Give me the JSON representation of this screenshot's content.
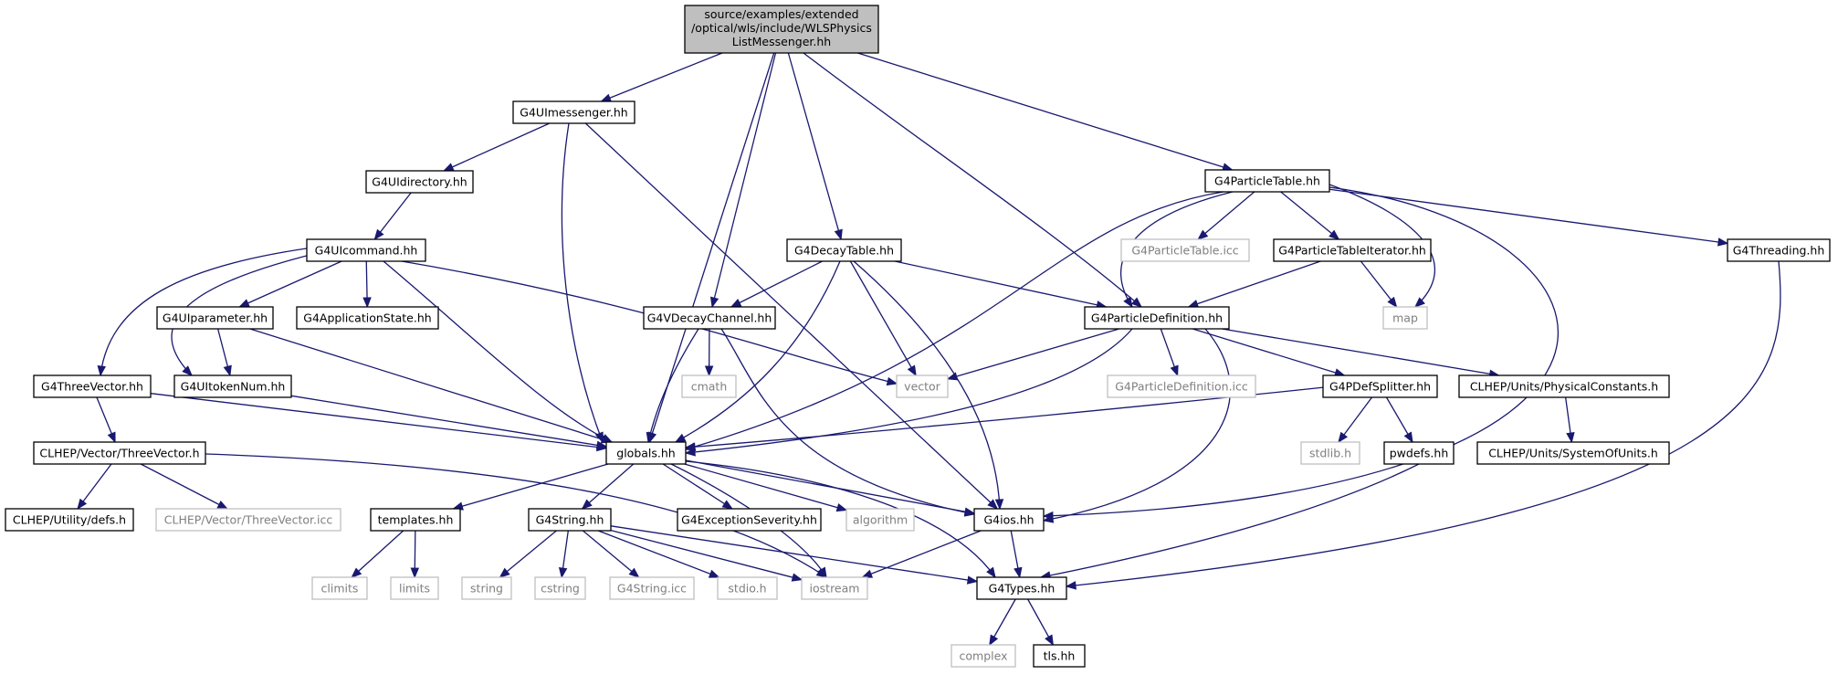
{
  "diagram": {
    "root": {
      "lines": [
        "source/examples/extended",
        "/optical/wls/include/WLSPhysics",
        "ListMessenger.hh"
      ]
    },
    "nodes": [
      {
        "id": "uimessenger",
        "label": "G4UImessenger.hh",
        "style": "solid"
      },
      {
        "id": "uidirectory",
        "label": "G4UIdirectory.hh",
        "style": "solid"
      },
      {
        "id": "uicommand",
        "label": "G4UIcommand.hh",
        "style": "solid"
      },
      {
        "id": "uiparameter",
        "label": "G4UIparameter.hh",
        "style": "solid"
      },
      {
        "id": "appstate",
        "label": "G4ApplicationState.hh",
        "style": "solid"
      },
      {
        "id": "threevector",
        "label": "G4ThreeVector.hh",
        "style": "solid"
      },
      {
        "id": "uitokennum",
        "label": "G4UItokenNum.hh",
        "style": "solid"
      },
      {
        "id": "clhep_threevector",
        "label": "CLHEP/Vector/ThreeVector.h",
        "style": "solid"
      },
      {
        "id": "clhep_defs",
        "label": "CLHEP/Utility/defs.h",
        "style": "solid"
      },
      {
        "id": "clhep_threevector_icc",
        "label": "CLHEP/Vector/ThreeVector.icc",
        "style": "ext"
      },
      {
        "id": "globals",
        "label": "globals.hh",
        "style": "solid"
      },
      {
        "id": "templates",
        "label": "templates.hh",
        "style": "solid"
      },
      {
        "id": "climits",
        "label": "climits",
        "style": "ext"
      },
      {
        "id": "limits",
        "label": "limits",
        "style": "ext"
      },
      {
        "id": "g4string",
        "label": "G4String.hh",
        "style": "solid"
      },
      {
        "id": "string",
        "label": "string",
        "style": "ext"
      },
      {
        "id": "cstring",
        "label": "cstring",
        "style": "ext"
      },
      {
        "id": "g4string_icc",
        "label": "G4String.icc",
        "style": "ext"
      },
      {
        "id": "stdio",
        "label": "stdio.h",
        "style": "ext"
      },
      {
        "id": "iostream",
        "label": "iostream",
        "style": "ext"
      },
      {
        "id": "exceptionseverity",
        "label": "G4ExceptionSeverity.hh",
        "style": "solid"
      },
      {
        "id": "algorithm",
        "label": "algorithm",
        "style": "ext"
      },
      {
        "id": "decaytable",
        "label": "G4DecayTable.hh",
        "style": "solid"
      },
      {
        "id": "vdecaychannel",
        "label": "G4VDecayChannel.hh",
        "style": "solid"
      },
      {
        "id": "cmath",
        "label": "cmath",
        "style": "ext"
      },
      {
        "id": "vector",
        "label": "vector",
        "style": "ext"
      },
      {
        "id": "g4ios",
        "label": "G4ios.hh",
        "style": "solid"
      },
      {
        "id": "g4types",
        "label": "G4Types.hh",
        "style": "solid"
      },
      {
        "id": "complex",
        "label": "complex",
        "style": "ext"
      },
      {
        "id": "tls",
        "label": "tls.hh",
        "style": "solid"
      },
      {
        "id": "particletable",
        "label": "G4ParticleTable.hh",
        "style": "solid"
      },
      {
        "id": "particletable_icc",
        "label": "G4ParticleTable.icc",
        "style": "ext"
      },
      {
        "id": "particletableiterator",
        "label": "G4ParticleTableIterator.hh",
        "style": "solid"
      },
      {
        "id": "map",
        "label": "map",
        "style": "ext"
      },
      {
        "id": "threading",
        "label": "G4Threading.hh",
        "style": "solid"
      },
      {
        "id": "particledefinition",
        "label": "G4ParticleDefinition.hh",
        "style": "solid"
      },
      {
        "id": "particledefinition_icc",
        "label": "G4ParticleDefinition.icc",
        "style": "ext"
      },
      {
        "id": "pdefsplitter",
        "label": "G4PDefSplitter.hh",
        "style": "solid"
      },
      {
        "id": "physicalconstants",
        "label": "CLHEP/Units/PhysicalConstants.h",
        "style": "solid"
      },
      {
        "id": "systemofunits",
        "label": "CLHEP/Units/SystemOfUnits.h",
        "style": "solid"
      },
      {
        "id": "stdlib",
        "label": "stdlib.h",
        "style": "ext"
      },
      {
        "id": "pwdefs",
        "label": "pwdefs.hh",
        "style": "solid"
      }
    ],
    "edges": [
      [
        "root",
        "uimessenger"
      ],
      [
        "root",
        "globals"
      ],
      [
        "root",
        "vdecaychannel"
      ],
      [
        "root",
        "decaytable"
      ],
      [
        "root",
        "particledefinition"
      ],
      [
        "root",
        "particletable"
      ],
      [
        "uimessenger",
        "uidirectory"
      ],
      [
        "uimessenger",
        "globals"
      ],
      [
        "uimessenger",
        "g4ios"
      ],
      [
        "uidirectory",
        "uicommand"
      ],
      [
        "uicommand",
        "threevector"
      ],
      [
        "uicommand",
        "uitokennum"
      ],
      [
        "uicommand",
        "uiparameter"
      ],
      [
        "uicommand",
        "appstate"
      ],
      [
        "uicommand",
        "globals"
      ],
      [
        "uicommand",
        "vector"
      ],
      [
        "uiparameter",
        "uitokennum"
      ],
      [
        "uiparameter",
        "globals"
      ],
      [
        "threevector",
        "clhep_threevector"
      ],
      [
        "threevector",
        "globals"
      ],
      [
        "uitokennum",
        "globals"
      ],
      [
        "clhep_threevector",
        "clhep_defs"
      ],
      [
        "clhep_threevector",
        "clhep_threevector_icc"
      ],
      [
        "clhep_threevector",
        "iostream"
      ],
      [
        "globals",
        "templates"
      ],
      [
        "globals",
        "g4string"
      ],
      [
        "globals",
        "exceptionseverity"
      ],
      [
        "globals",
        "algorithm"
      ],
      [
        "globals",
        "g4ios"
      ],
      [
        "globals",
        "g4types"
      ],
      [
        "globals",
        "iostream"
      ],
      [
        "templates",
        "climits"
      ],
      [
        "templates",
        "limits"
      ],
      [
        "g4string",
        "string"
      ],
      [
        "g4string",
        "cstring"
      ],
      [
        "g4string",
        "g4string_icc"
      ],
      [
        "g4string",
        "stdio"
      ],
      [
        "g4string",
        "iostream"
      ],
      [
        "g4string",
        "g4types"
      ],
      [
        "decaytable",
        "vdecaychannel"
      ],
      [
        "decaytable",
        "globals"
      ],
      [
        "decaytable",
        "vector"
      ],
      [
        "decaytable",
        "g4ios"
      ],
      [
        "decaytable",
        "particledefinition"
      ],
      [
        "vdecaychannel",
        "cmath"
      ],
      [
        "vdecaychannel",
        "globals"
      ],
      [
        "vdecaychannel",
        "g4ios"
      ],
      [
        "g4ios",
        "g4types"
      ],
      [
        "g4ios",
        "iostream"
      ],
      [
        "g4types",
        "complex"
      ],
      [
        "g4types",
        "tls"
      ],
      [
        "particletable",
        "particledefinition"
      ],
      [
        "particletable",
        "particletable_icc"
      ],
      [
        "particletable",
        "particletableiterator"
      ],
      [
        "particletable",
        "map"
      ],
      [
        "particletable",
        "threading"
      ],
      [
        "particletable",
        "globals"
      ],
      [
        "particletable",
        "g4ios"
      ],
      [
        "particletableiterator",
        "particledefinition"
      ],
      [
        "particletableiterator",
        "map"
      ],
      [
        "threading",
        "g4types"
      ],
      [
        "particledefinition",
        "vector"
      ],
      [
        "particledefinition",
        "particledefinition_icc"
      ],
      [
        "particledefinition",
        "pdefsplitter"
      ],
      [
        "particledefinition",
        "physicalconstants"
      ],
      [
        "particledefinition",
        "globals"
      ],
      [
        "particledefinition",
        "g4ios"
      ],
      [
        "pdefsplitter",
        "stdlib"
      ],
      [
        "pdefsplitter",
        "pwdefs"
      ],
      [
        "pdefsplitter",
        "globals"
      ],
      [
        "pwdefs",
        "g4types"
      ],
      [
        "physicalconstants",
        "systemofunits"
      ]
    ]
  }
}
